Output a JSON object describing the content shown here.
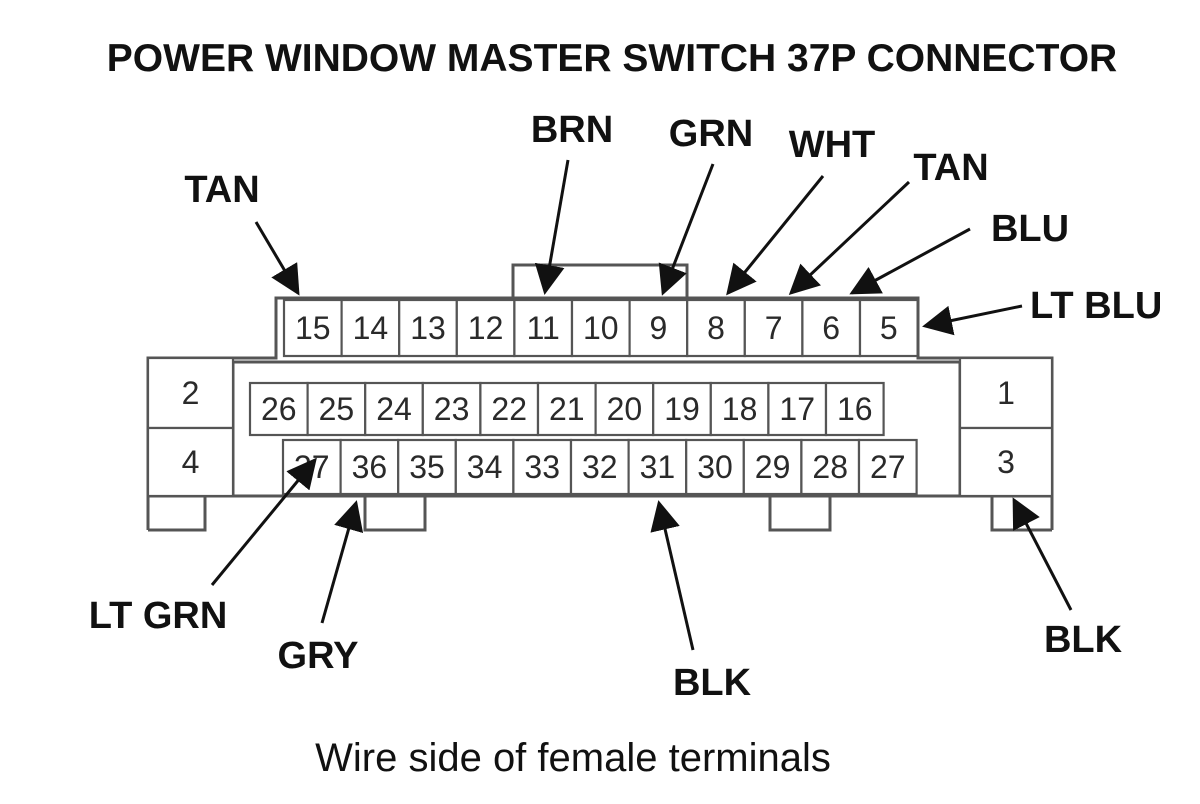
{
  "title": "POWER WINDOW MASTER SWITCH 37P CONNECTOR",
  "caption": "Wire side of female terminals",
  "pins": {
    "top_row": [
      "15",
      "14",
      "13",
      "12",
      "11",
      "10",
      "9",
      "8",
      "7",
      "6",
      "5"
    ],
    "middle_row": [
      "26",
      "25",
      "24",
      "23",
      "22",
      "21",
      "20",
      "19",
      "18",
      "17",
      "16"
    ],
    "bottom_row": [
      "37",
      "36",
      "35",
      "34",
      "33",
      "32",
      "31",
      "30",
      "29",
      "28",
      "27"
    ],
    "left_side": [
      "2",
      "4"
    ],
    "right_side": [
      "1",
      "3"
    ]
  },
  "wire_labels": {
    "pin15": "TAN",
    "pin11": "BRN",
    "pin9": "GRN",
    "pin8": "WHT",
    "pin7": "TAN",
    "pin6": "BLU",
    "pin5": "LT BLU",
    "pin37": "LT GRN",
    "pin36": "GRY",
    "pin31": "BLK",
    "pin3": "BLK"
  }
}
